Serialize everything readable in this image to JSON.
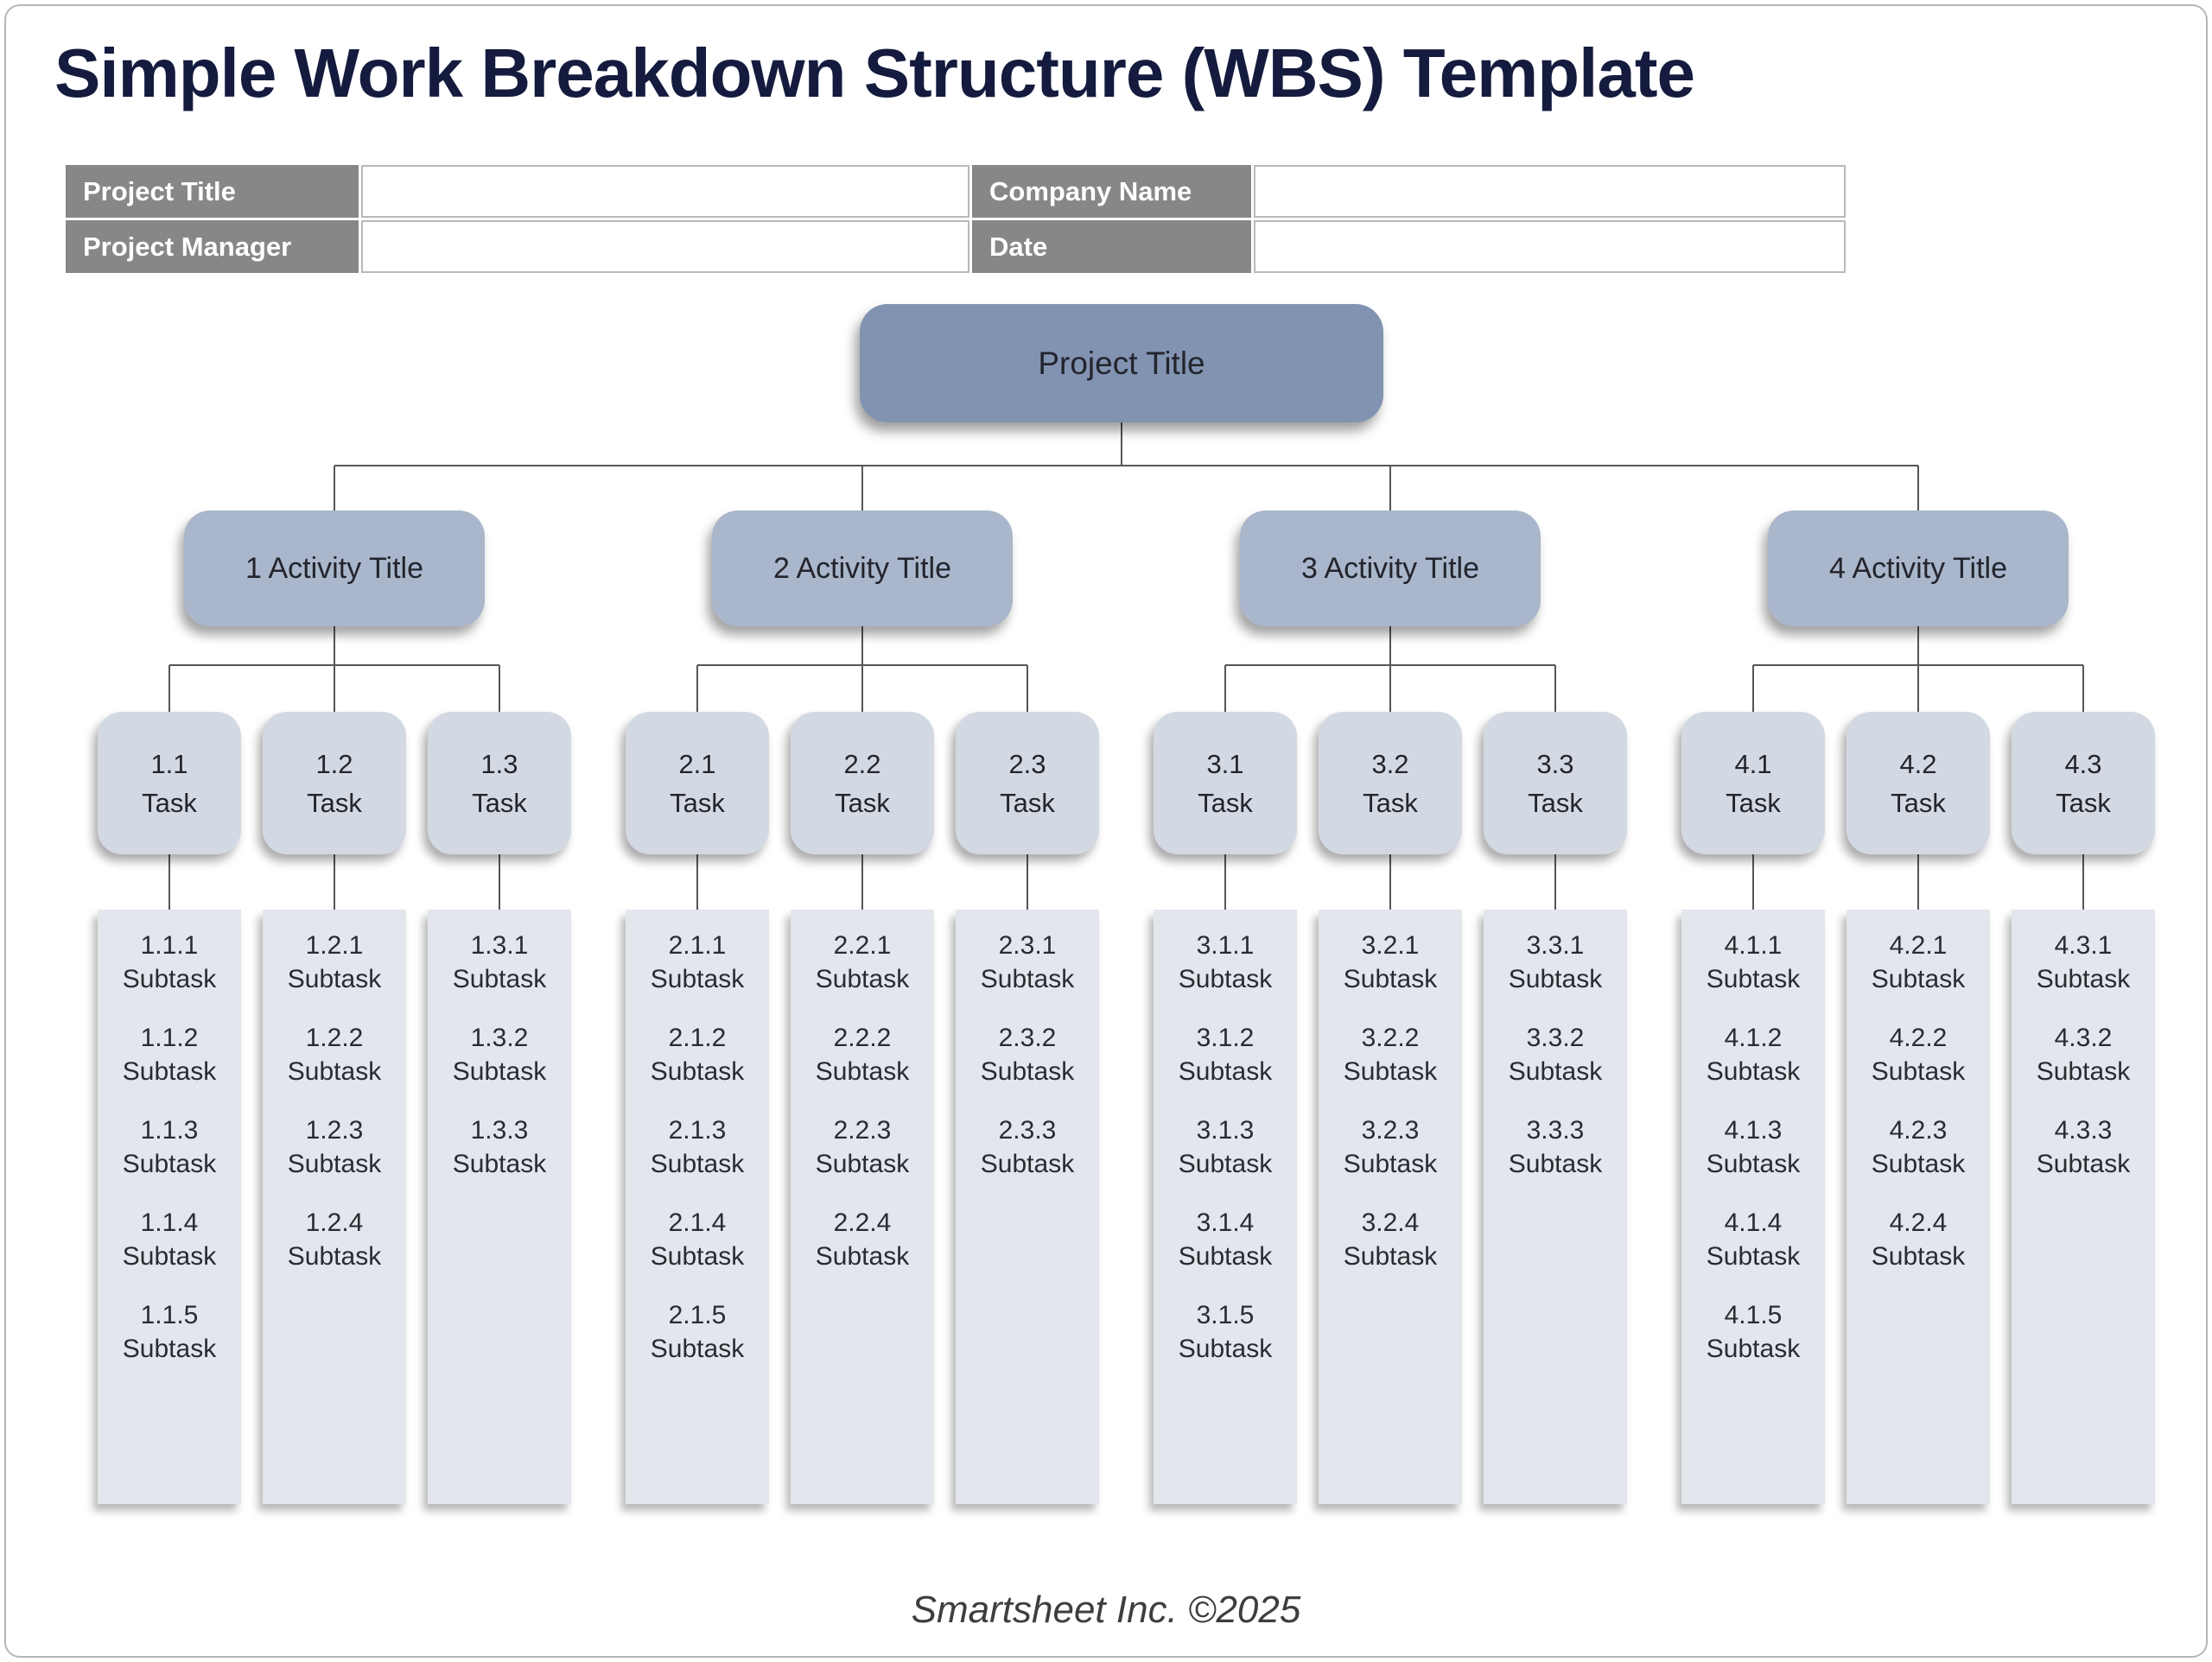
{
  "page": {
    "title": "Simple Work Breakdown Structure (WBS) Template",
    "footer": "Smartsheet Inc. ©2025"
  },
  "form": {
    "rows": [
      {
        "left_label": "Project Title",
        "left_value": "",
        "right_label": "Company Name",
        "right_value": ""
      },
      {
        "left_label": "Project Manager",
        "left_value": "",
        "right_label": "Date",
        "right_value": ""
      }
    ]
  },
  "colors": {
    "title_navy": "#141B3E",
    "header_cell_gray": "#878787",
    "root_fill": "#8193B1",
    "activity_fill": "#A9B6CB",
    "task_fill": "#D3D9E3",
    "subtask_fill": "#E3E6EC",
    "connector_gray": "#565656"
  },
  "chart": {
    "root_label": "Project Title",
    "groups": [
      {
        "activity_label": "1 Activity Title",
        "tasks": [
          {
            "id": "1.1",
            "label": "Task",
            "subtasks": [
              {
                "id": "1.1.1",
                "label": "Subtask"
              },
              {
                "id": "1.1.2",
                "label": "Subtask"
              },
              {
                "id": "1.1.3",
                "label": "Subtask"
              },
              {
                "id": "1.1.4",
                "label": "Subtask"
              },
              {
                "id": "1.1.5",
                "label": "Subtask"
              }
            ]
          },
          {
            "id": "1.2",
            "label": "Task",
            "subtasks": [
              {
                "id": "1.2.1",
                "label": "Subtask"
              },
              {
                "id": "1.2.2",
                "label": "Subtask"
              },
              {
                "id": "1.2.3",
                "label": "Subtask"
              },
              {
                "id": "1.2.4",
                "label": "Subtask"
              }
            ]
          },
          {
            "id": "1.3",
            "label": "Task",
            "subtasks": [
              {
                "id": "1.3.1",
                "label": "Subtask"
              },
              {
                "id": "1.3.2",
                "label": "Subtask"
              },
              {
                "id": "1.3.3",
                "label": "Subtask"
              }
            ]
          }
        ]
      },
      {
        "activity_label": "2 Activity Title",
        "tasks": [
          {
            "id": "2.1",
            "label": "Task",
            "subtasks": [
              {
                "id": "2.1.1",
                "label": "Subtask"
              },
              {
                "id": "2.1.2",
                "label": "Subtask"
              },
              {
                "id": "2.1.3",
                "label": "Subtask"
              },
              {
                "id": "2.1.4",
                "label": "Subtask"
              },
              {
                "id": "2.1.5",
                "label": "Subtask"
              }
            ]
          },
          {
            "id": "2.2",
            "label": "Task",
            "subtasks": [
              {
                "id": "2.2.1",
                "label": "Subtask"
              },
              {
                "id": "2.2.2",
                "label": "Subtask"
              },
              {
                "id": "2.2.3",
                "label": "Subtask"
              },
              {
                "id": "2.2.4",
                "label": "Subtask"
              }
            ]
          },
          {
            "id": "2.3",
            "label": "Task",
            "subtasks": [
              {
                "id": "2.3.1",
                "label": "Subtask"
              },
              {
                "id": "2.3.2",
                "label": "Subtask"
              },
              {
                "id": "2.3.3",
                "label": "Subtask"
              }
            ]
          }
        ]
      },
      {
        "activity_label": "3 Activity Title",
        "tasks": [
          {
            "id": "3.1",
            "label": "Task",
            "subtasks": [
              {
                "id": "3.1.1",
                "label": "Subtask"
              },
              {
                "id": "3.1.2",
                "label": "Subtask"
              },
              {
                "id": "3.1.3",
                "label": "Subtask"
              },
              {
                "id": "3.1.4",
                "label": "Subtask"
              },
              {
                "id": "3.1.5",
                "label": "Subtask"
              }
            ]
          },
          {
            "id": "3.2",
            "label": "Task",
            "subtasks": [
              {
                "id": "3.2.1",
                "label": "Subtask"
              },
              {
                "id": "3.2.2",
                "label": "Subtask"
              },
              {
                "id": "3.2.3",
                "label": "Subtask"
              },
              {
                "id": "3.2.4",
                "label": "Subtask"
              }
            ]
          },
          {
            "id": "3.3",
            "label": "Task",
            "subtasks": [
              {
                "id": "3.3.1",
                "label": "Subtask"
              },
              {
                "id": "3.3.2",
                "label": "Subtask"
              },
              {
                "id": "3.3.3",
                "label": "Subtask"
              }
            ]
          }
        ]
      },
      {
        "activity_label": "4 Activity Title",
        "tasks": [
          {
            "id": "4.1",
            "label": "Task",
            "subtasks": [
              {
                "id": "4.1.1",
                "label": "Subtask"
              },
              {
                "id": "4.1.2",
                "label": "Subtask"
              },
              {
                "id": "4.1.3",
                "label": "Subtask"
              },
              {
                "id": "4.1.4",
                "label": "Subtask"
              },
              {
                "id": "4.1.5",
                "label": "Subtask"
              }
            ]
          },
          {
            "id": "4.2",
            "label": "Task",
            "subtasks": [
              {
                "id": "4.2.1",
                "label": "Subtask"
              },
              {
                "id": "4.2.2",
                "label": "Subtask"
              },
              {
                "id": "4.2.3",
                "label": "Subtask"
              },
              {
                "id": "4.2.4",
                "label": "Subtask"
              }
            ]
          },
          {
            "id": "4.3",
            "label": "Task",
            "subtasks": [
              {
                "id": "4.3.1",
                "label": "Subtask"
              },
              {
                "id": "4.3.2",
                "label": "Subtask"
              },
              {
                "id": "4.3.3",
                "label": "Subtask"
              }
            ]
          }
        ]
      }
    ]
  }
}
